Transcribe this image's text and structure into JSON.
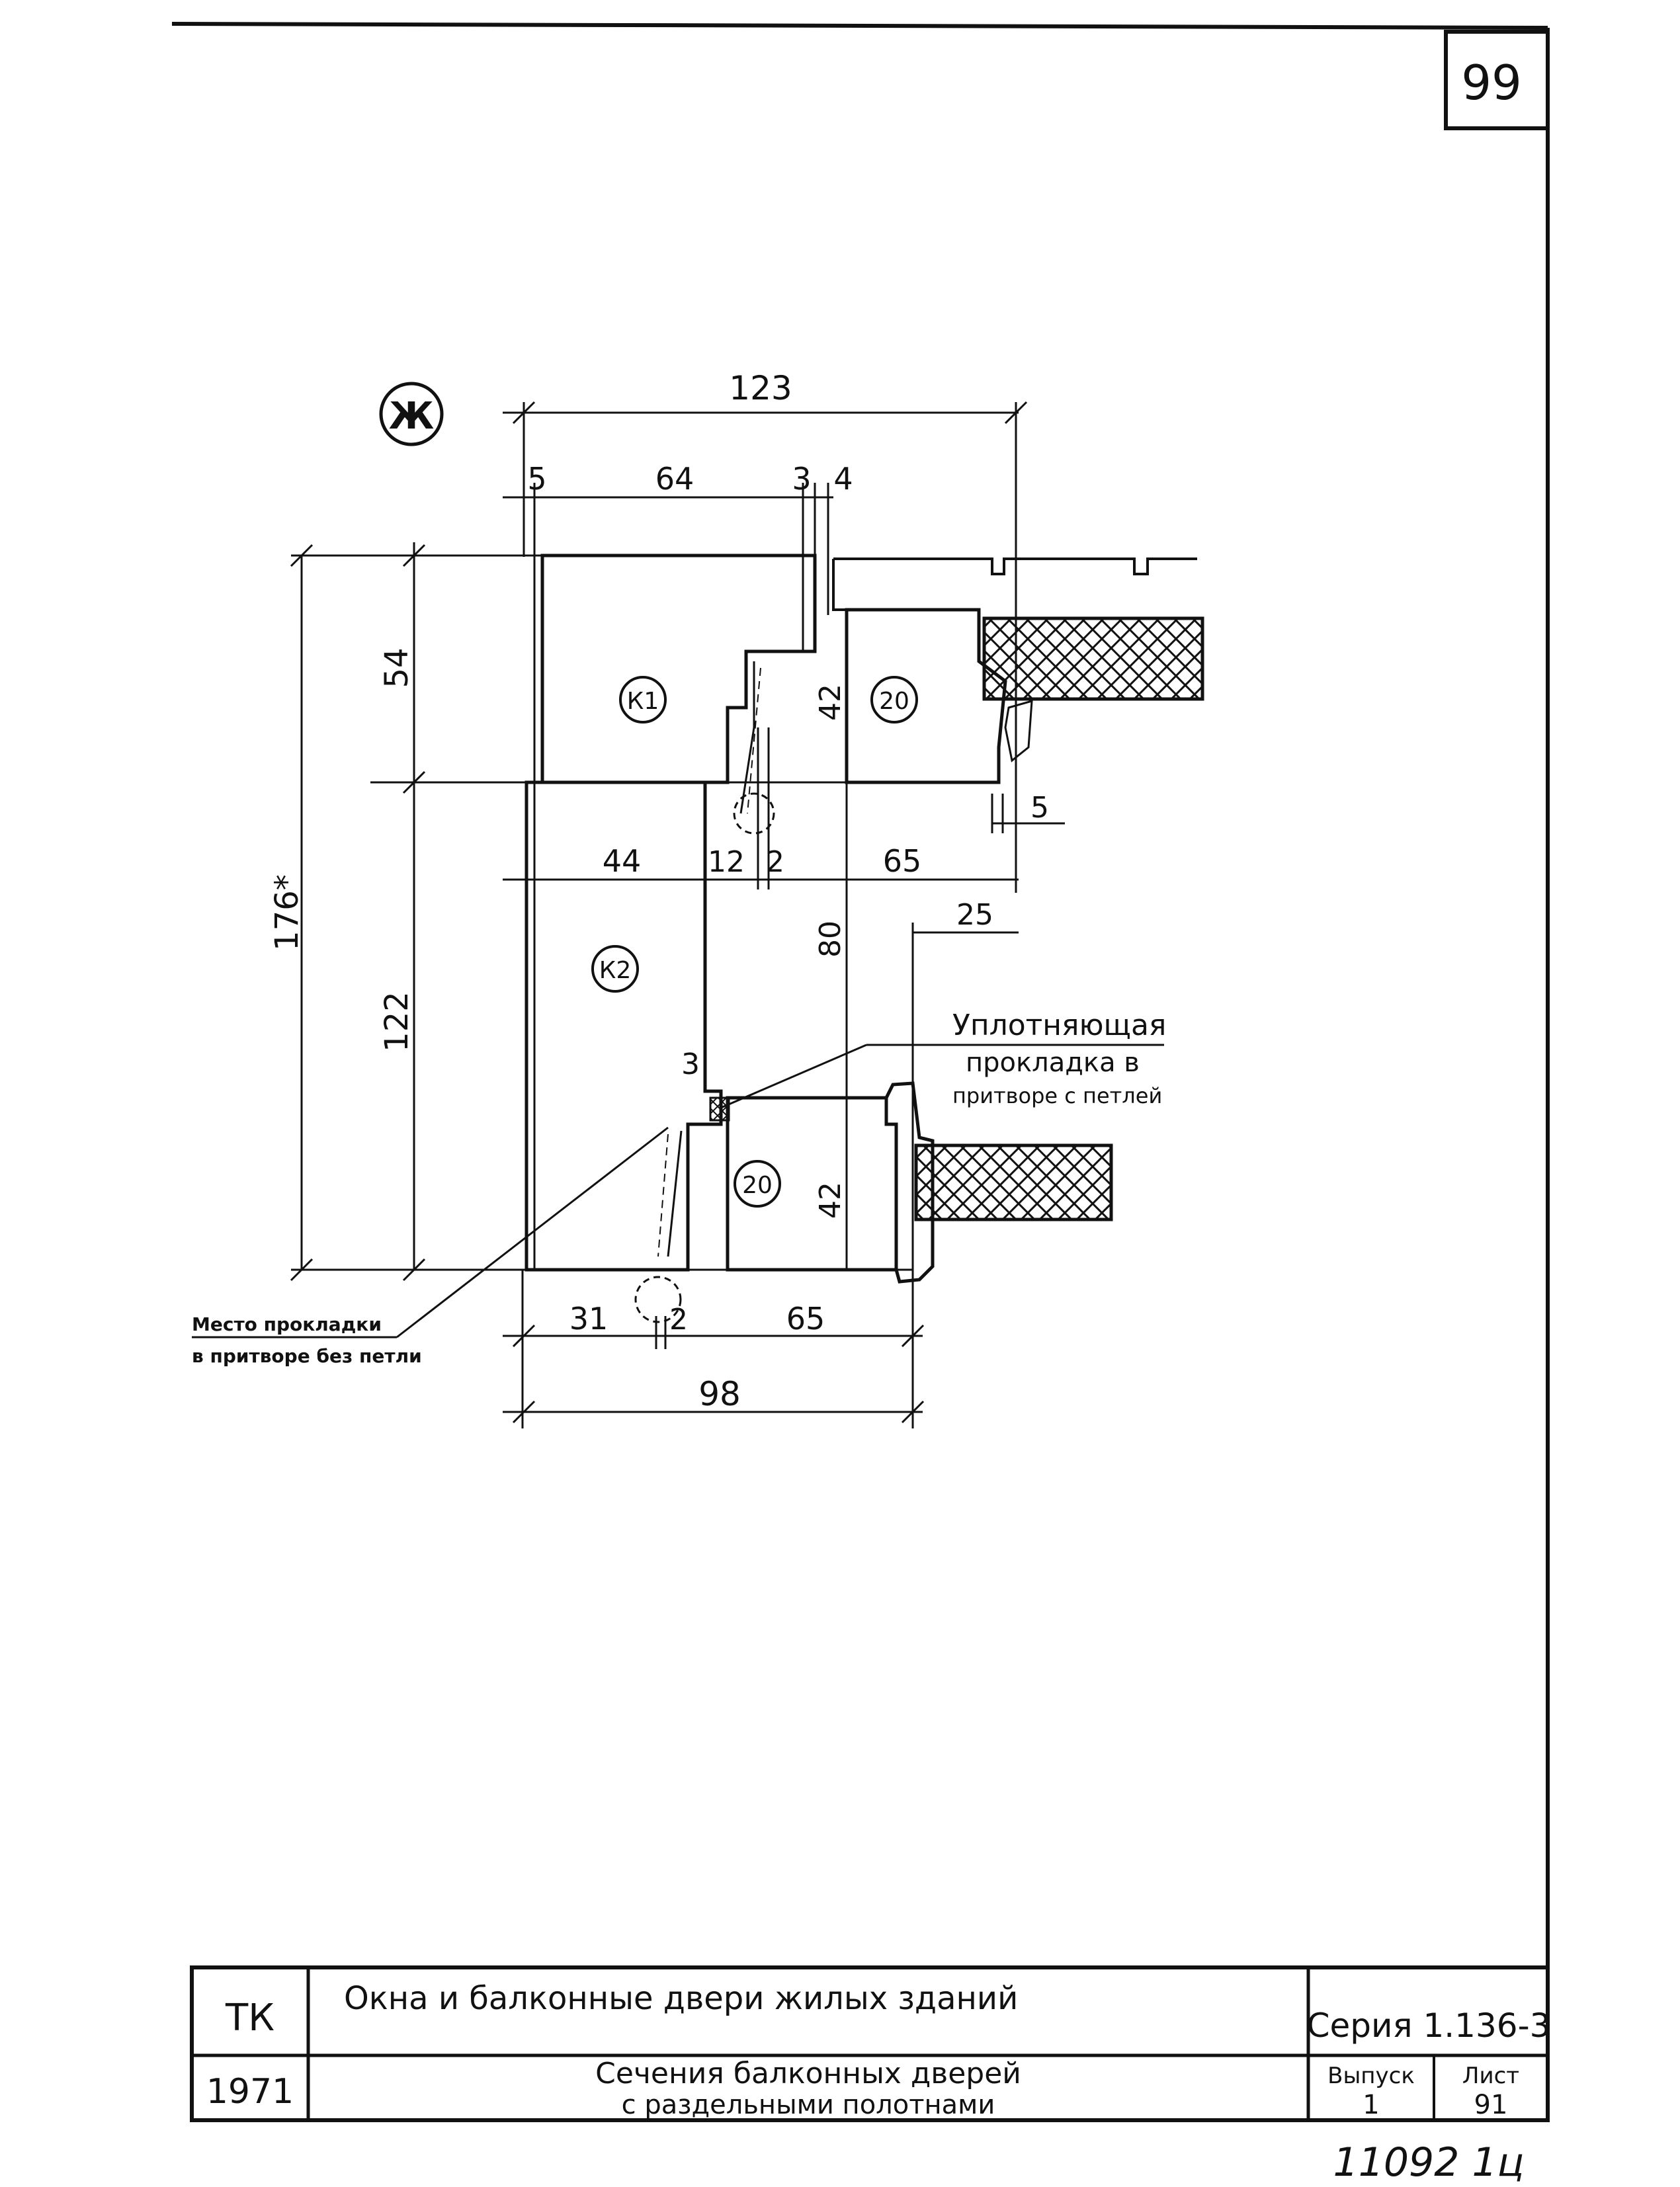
{
  "sheet": {
    "page_number": "99",
    "handwritten_note": "11092 1ц"
  },
  "drawing": {
    "section_mark": "Ж",
    "dims": {
      "overall_width": "123",
      "top_5": "5",
      "top_64": "64",
      "top_3": "3",
      "top_4": "4",
      "left_176": "176*",
      "left_54": "54",
      "left_122": "122",
      "mid_44": "44",
      "mid_12": "12",
      "mid_2": "2",
      "mid_65": "65",
      "right_5": "5",
      "right_25": "25",
      "vert_42_top": "42",
      "vert_80": "80",
      "vert_42_bottom": "42",
      "small_3": "3",
      "bot_31": "31",
      "bot_2": "2",
      "bot_65": "65",
      "bot_98": "98"
    },
    "parts": {
      "k1": "К1",
      "k2": "К2",
      "p20_top": "20",
      "p20_bottom": "20"
    },
    "notes": {
      "seal_hinge_line1": "Уплотняющая",
      "seal_hinge_line2": "прокладка в",
      "seal_hinge_line3": "притворе с петлей",
      "seal_nohinge_line1": "Место прокладки",
      "seal_nohinge_line2": "в притворе без петли"
    }
  },
  "title_block": {
    "org": "ТК",
    "year": "1971",
    "title": "Окна и балконные двери жилых зданий",
    "subtitle_line1": "Сечения балконных дверей",
    "subtitle_line2": "с раздельными полотнами",
    "series": "Серия 1.136-3",
    "issue_label": "Выпуск",
    "issue_value": "1",
    "sheet_label": "Лист",
    "sheet_value": "91"
  }
}
